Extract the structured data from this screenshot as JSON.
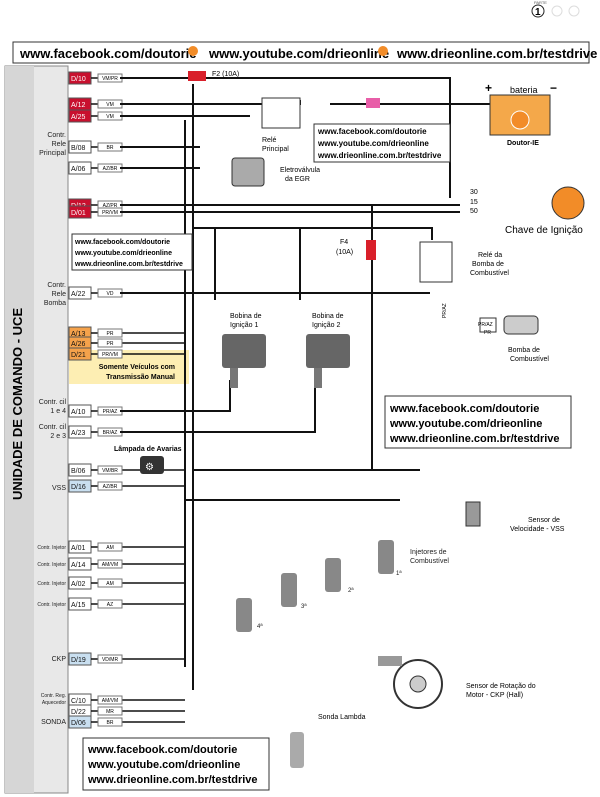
{
  "page": {
    "badge": "1",
    "badge_top": "PARTE"
  },
  "header": {
    "fb": "www.facebook.com/doutorie",
    "yt": "www.youtube.com/drieonline",
    "web": "www.drieonline.com.br/testdrive"
  },
  "ecu": {
    "title": "UNIDADE DE COMANDO - UCE"
  },
  "pins": [
    {
      "id": "D/10",
      "wire": "VM/PR",
      "color": "#c8102e"
    },
    {
      "id": "A/12",
      "wire": "VM",
      "color": "#c8102e"
    },
    {
      "id": "A/25",
      "wire": "VM",
      "color": "#c8102e"
    },
    {
      "id": "B/08",
      "wire": "BR",
      "color": "#ffffff"
    },
    {
      "id": "A/06",
      "wire": "AZ/BR",
      "color": "#ffffff"
    },
    {
      "id": "D/12",
      "wire": "AZ/PR",
      "color": "#c8102e"
    },
    {
      "id": "D/01",
      "wire": "PR/VM",
      "color": "#c8102e"
    },
    {
      "id": "A/22",
      "wire": "VD",
      "color": "#ffffff"
    },
    {
      "id": "A/13",
      "wire": "PR",
      "color": "#f5a24b"
    },
    {
      "id": "A/26",
      "wire": "PR",
      "color": "#f5a24b"
    },
    {
      "id": "D/21",
      "wire": "PR/VM",
      "color": "#f5a24b"
    },
    {
      "id": "A/10",
      "wire": "PR/AZ",
      "color": "#ffffff"
    },
    {
      "id": "A/23",
      "wire": "BR/AZ",
      "color": "#ffffff"
    },
    {
      "id": "B/06",
      "wire": "VM/BR",
      "color": "#ffffff"
    },
    {
      "id": "D/16",
      "wire": "AZ/BR",
      "color": "#c9dff0"
    },
    {
      "id": "A/01",
      "wire": "AM",
      "color": "#ffffff"
    },
    {
      "id": "A/14",
      "wire": "AM/VM",
      "color": "#ffffff"
    },
    {
      "id": "A/02",
      "wire": "AM",
      "color": "#ffffff"
    },
    {
      "id": "A/15",
      "wire": "AZ",
      "color": "#ffffff"
    },
    {
      "id": "D/19",
      "wire": "VD/MR",
      "color": "#c9dff0"
    },
    {
      "id": "C/10",
      "wire": "AM/VM",
      "color": "#ffffff"
    },
    {
      "id": "D/22",
      "wire": "MR",
      "color": "#ffffff"
    },
    {
      "id": "D/06",
      "wire": "BR",
      "color": "#c9dff0"
    }
  ],
  "side_labels": {
    "rele_principal": [
      "Contr.",
      "Rele",
      "Principal"
    ],
    "rele_bomba": [
      "Contr.",
      "Rele",
      "Bomba"
    ],
    "cil14": [
      "Contr. cil",
      "1 e 4"
    ],
    "cil23": [
      "Contr. cil",
      "2 e 3"
    ],
    "vss": "VSS",
    "inj": "Contr. Injetor",
    "ckp": "CKP",
    "aquecedor": [
      "Contr. Reg.",
      "Aquecedor"
    ],
    "sonda": "SONDA"
  },
  "components": {
    "fuse_f2": "F2 (10A)",
    "bateria": "bateria",
    "plus": "+",
    "minus": "−",
    "logo": "Doutor-IE",
    "rele_principal": [
      "Relé",
      "Principal"
    ],
    "eletrovalvula": [
      "Eletroválvula",
      "da EGR"
    ],
    "chave": "Chave de Ignição",
    "chave_pins": [
      "30",
      "15",
      "50"
    ],
    "fuse_f4": [
      "F4",
      "(10A)"
    ],
    "rele_bomba": [
      "Relé da",
      "Bomba de",
      "Combustível"
    ],
    "bomba": [
      "Bomba de",
      "Combustível"
    ],
    "bobina1": [
      "Bobina de",
      "Ignição 1"
    ],
    "bobina2": [
      "Bobina de",
      "Ignição 2"
    ],
    "manual_note": [
      "Somente Veículos com",
      "Transmissão Manual"
    ],
    "lampada": "Lâmpada de Avarias",
    "vss_sensor": [
      "Sensor de",
      "Velocidade - VSS"
    ],
    "injetores": [
      "Injetores de",
      "Combustível"
    ],
    "inj_nums": [
      "1ª",
      "2ª",
      "3ª",
      "4ª"
    ],
    "ckp_sensor": [
      "Sensor de Rotação do",
      "Motor - CKP (Hall)"
    ],
    "sonda": "Sonda Lambda",
    "pr_az": "PR/AZ",
    "pr": "PR"
  }
}
